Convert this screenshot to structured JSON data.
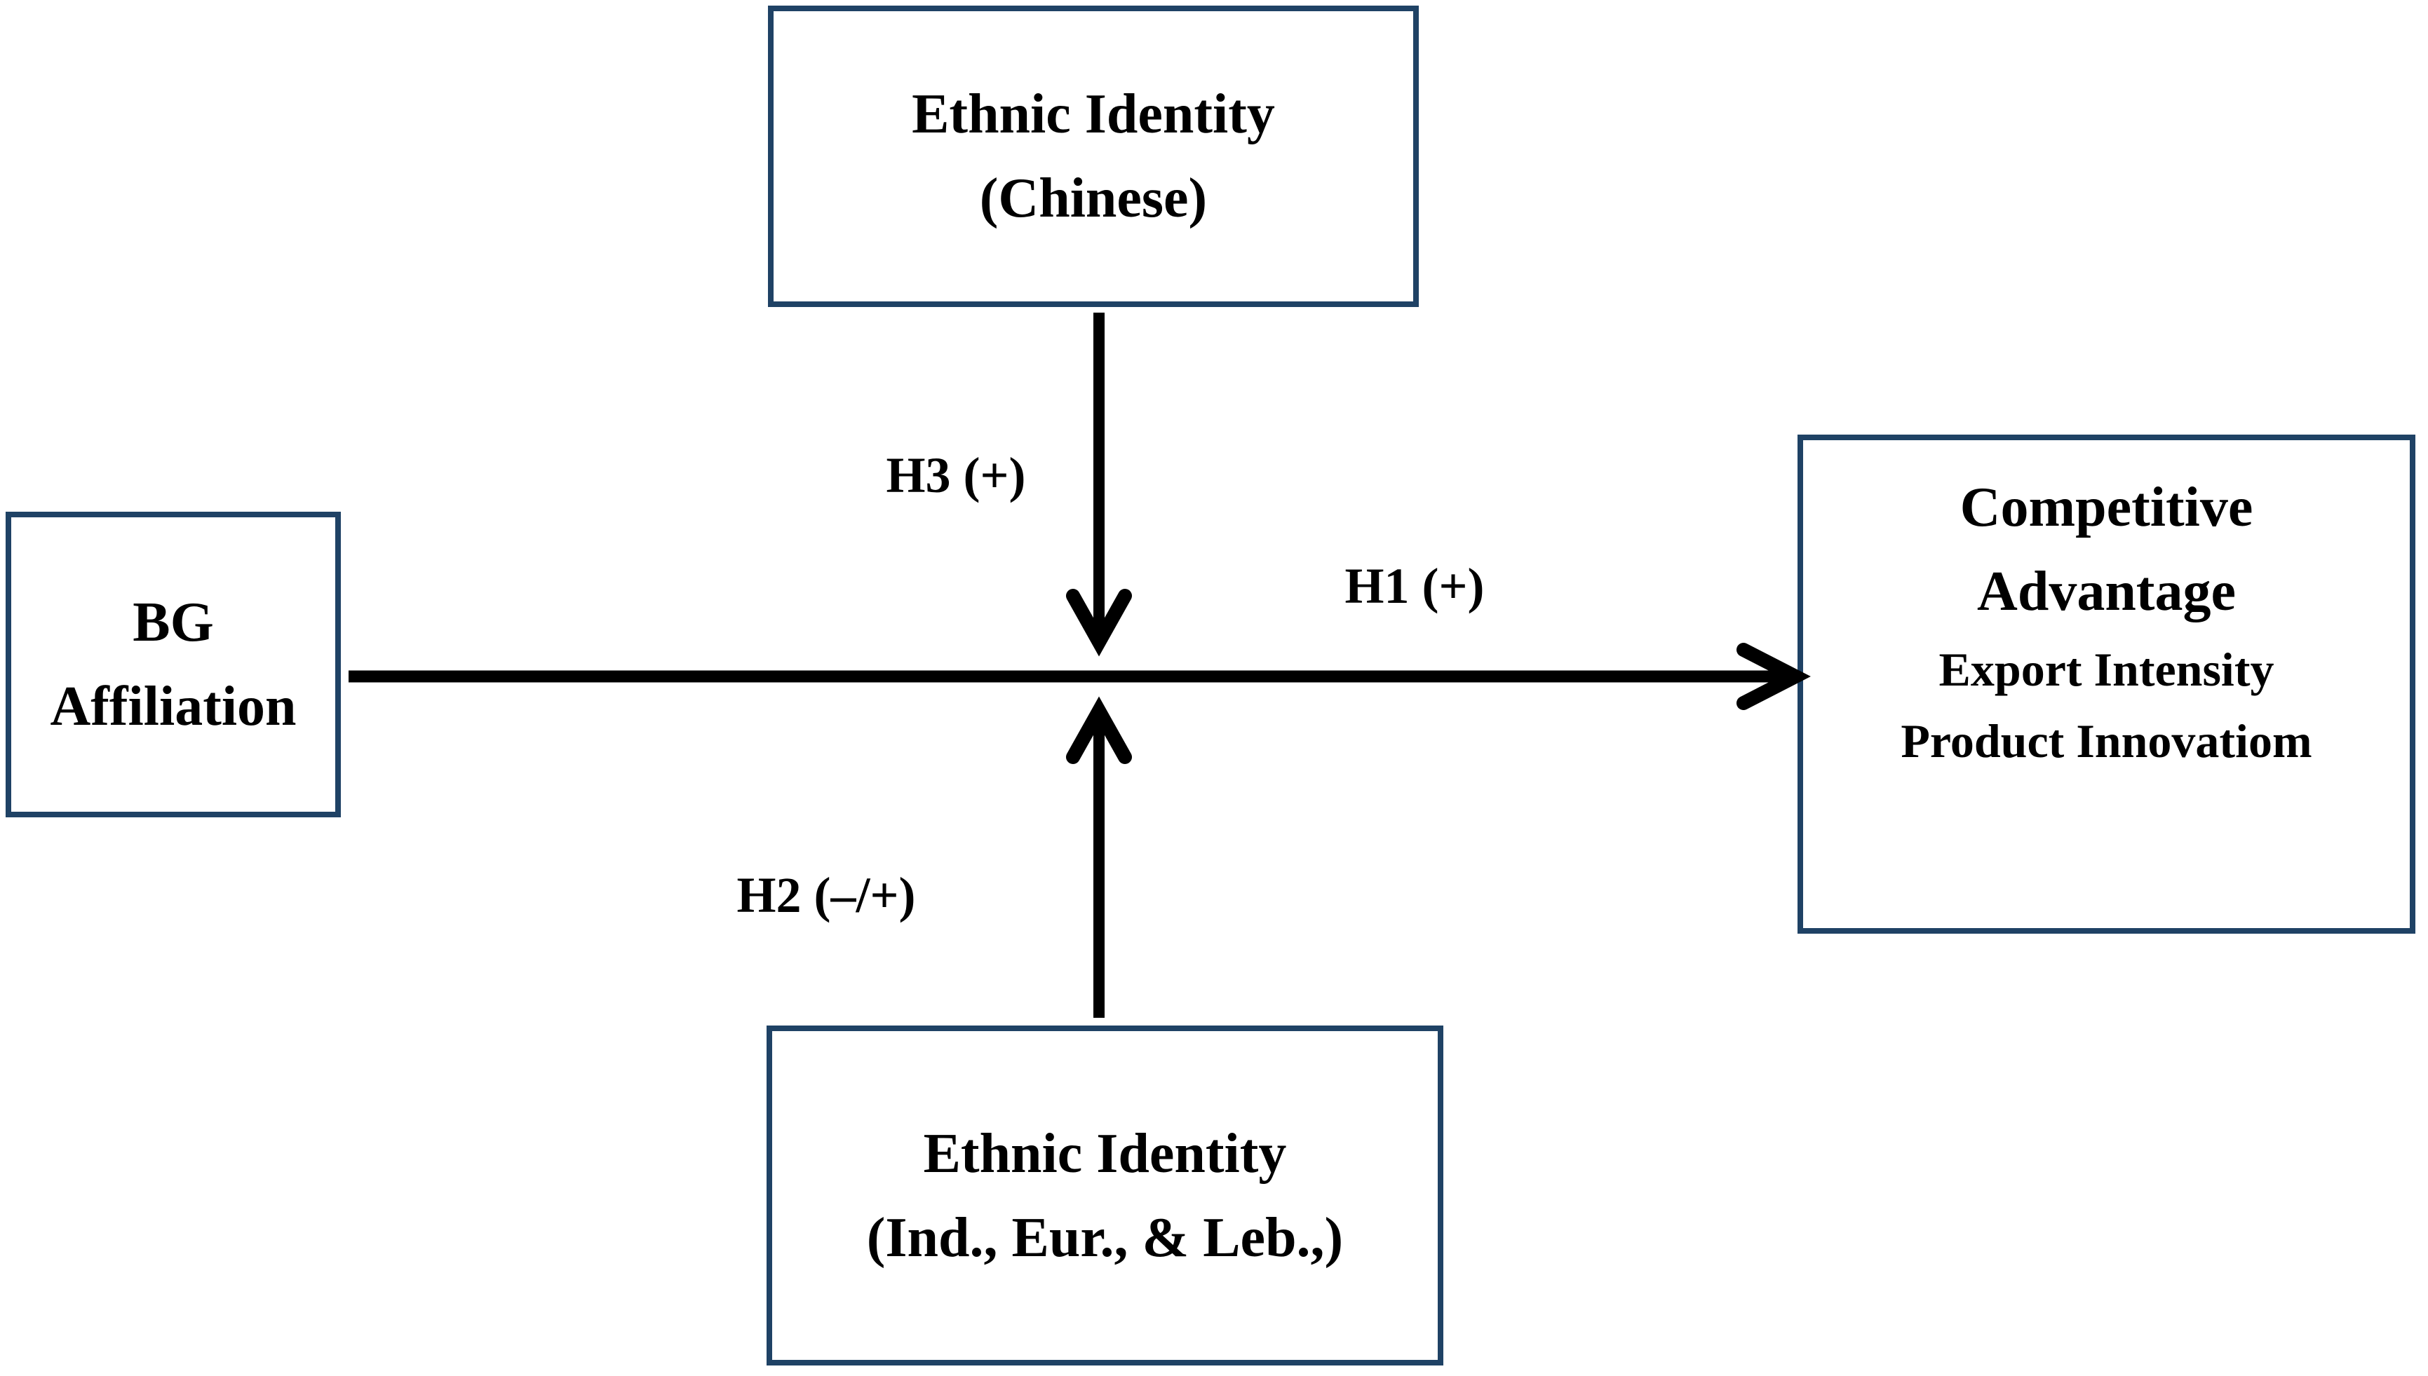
{
  "diagram": {
    "colors": {
      "background": "#ffffff",
      "box_border": "#1f4265",
      "arrow": "#000000",
      "text": "#000000"
    },
    "boxes": {
      "ethnic_identity_chinese": {
        "line1": "Ethnic Identity",
        "line2": "(Chinese)"
      },
      "bg_affiliation": {
        "line1": "BG",
        "line2": "Affiliation"
      },
      "competitive_advantage": {
        "line1": "Competitive",
        "line2": "Advantage",
        "line3": "Export Intensity",
        "line4": "Product Innovatiom"
      },
      "ethnic_identity_ind_eur_leb": {
        "line1": "Ethnic Identity",
        "line2": "(Ind., Eur., & Leb.,)"
      }
    },
    "labels": {
      "h1": "H1 (+)",
      "h2": "H2 (–/+)",
      "h3": "H3 (+)"
    }
  }
}
